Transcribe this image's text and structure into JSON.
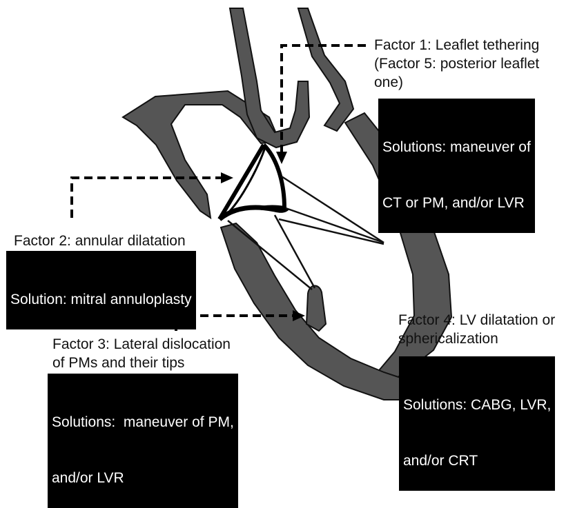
{
  "factors": {
    "f1": {
      "title": "Factor 1: Leaflet tethering",
      "subtitle_line1": "(Factor 5: posterior leaflet",
      "subtitle_line2": "one)",
      "solution_line1": "Solutions: maneuver of",
      "solution_line2": "CT or PM, and/or LVR"
    },
    "f2": {
      "title": "Factor 2: annular dilatation",
      "solution": "Solution: mitral annuloplasty"
    },
    "f3": {
      "title_line1": "Factor 3: Lateral dislocation",
      "title_line2": "of PMs and their tips",
      "solution_line1": "Solutions:  maneuver of PM,",
      "solution_line2": "and/or LVR"
    },
    "f4": {
      "title_line1": "Factor 4: LV dilatation or",
      "title_line2": "sphericalization",
      "solution_line1": "Solutions: CABG, LVR,",
      "solution_line2": "and/or CRT"
    }
  },
  "colors": {
    "heart_wall": "#555555",
    "outline": "#000000",
    "solution_box_bg": "#000000",
    "solution_box_text": "#ffffff"
  }
}
